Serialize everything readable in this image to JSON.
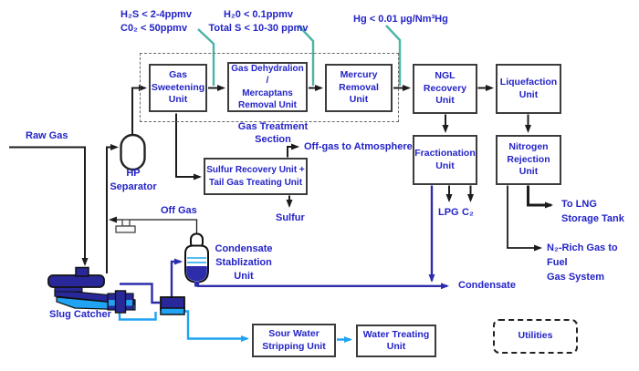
{
  "callouts": [
    {
      "text": "H₂S < 2-4ppmv\nC0₂ < 50ppmv"
    },
    {
      "text": "H₂0 < 0.1ppmv\nTotal S < 10-30 ppmv"
    },
    {
      "text": "Hg < 0.01 µg/Nm³Hg"
    }
  ],
  "section_label": "Gas Treatment Section",
  "units": [
    {
      "id": "gas-sweetening",
      "label": "Gas\nSweetening\nUnit"
    },
    {
      "id": "gas-dehydration",
      "label": "Gas Dehydralion /\nMercaptans\nRemoval Unit"
    },
    {
      "id": "mercury-removal",
      "label": "Mercury\nRemoval\nUnit"
    },
    {
      "id": "ngl-recovery",
      "label": "NGL\nRecovery\nUnit"
    },
    {
      "id": "liquefaction",
      "label": "Liquefaction\nUnit"
    },
    {
      "id": "fractionation",
      "label": "Fractionation\nUnit"
    },
    {
      "id": "nitrogen-rejection",
      "label": "Nitrogen\nRejection\nUnit"
    },
    {
      "id": "sulfur-recovery",
      "label": "Sulfur Recovery Unit +\nTail Gas Treating Unit"
    },
    {
      "id": "sour-water-stripping",
      "label": "Sour Water\nStripping Unit"
    },
    {
      "id": "water-treating",
      "label": "Water Treating\nUnit"
    },
    {
      "id": "utilities",
      "label": "Utilities"
    }
  ],
  "streams": {
    "raw_gas": "Raw Gas",
    "hp_separator": "HP\nSeparator",
    "off_gas": "Off Gas",
    "off_gas_to_atmosphere": "Off-gas to Atmosphere",
    "sulfur": "Sulfur",
    "condensate_stabilization": "Condensate\nStablization\nUnit",
    "condensate": "Condensate",
    "slug_catcher": "Slug Catcher",
    "lpg": "LPG",
    "c2": "C₂",
    "to_lng_storage": "To LNG\nStorage Tank",
    "n2_rich": "N₂-Rich Gas to Fuel\nGas System"
  },
  "colors": {
    "label_blue": "#2323c8",
    "line_black": "#1c1c1c",
    "liquid_navy": "#2d2dab",
    "water_cyan": "#1fa3f2",
    "callout_teal": "#4ab4a6"
  }
}
